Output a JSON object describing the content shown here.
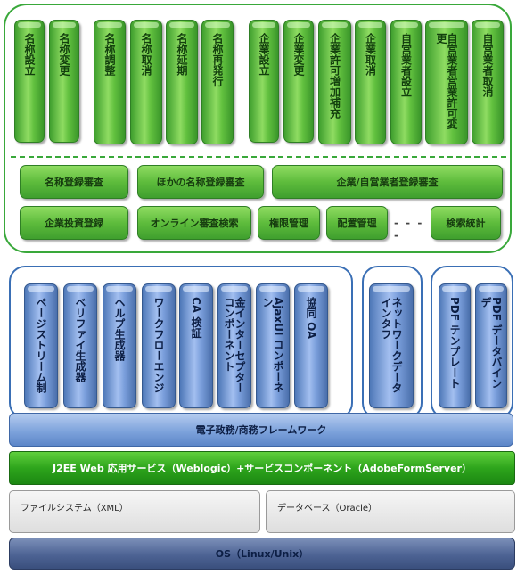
{
  "top_columns": [
    "名称設立",
    "名称変更",
    "名称調整",
    "名称取消",
    "名称延期",
    "名称再発行",
    "企業設立",
    "企業変更",
    "企業許可増加補充",
    "企業取消",
    "自営業者設立",
    "自営業者営業許可変更",
    "自営業者取消"
  ],
  "top_bars_row1": [
    "名称登録審査",
    "ほかの名称登録審査",
    "企業/自営業者登録審査"
  ],
  "top_bars_row2": [
    "企業投資登録",
    "オンライン審査検索",
    "権限管理",
    "配置管理",
    "検索統計"
  ],
  "ellipsis": "- - - -",
  "mid_columns_group1": [
    "ページストリーム制",
    "ベリファイ生成器",
    "ヘルプ生成器",
    "ワークフローエンジ",
    "CA 検証",
    "金インターセプターコンポーネント",
    "AjaxUI コンポーネン",
    "協同 OA"
  ],
  "mid_columns_group2": [
    "ネットワークデータインタフ"
  ],
  "mid_columns_group3": [
    "PDF テンプレート",
    "PDF データバインデ"
  ],
  "layers": {
    "framework": "電子政務/商務フレームワーク",
    "j2ee": "J2EE Web 応用サービス（Weblogic）+サービスコンポーネント（AdobeFormServer）",
    "filesystem": "ファイルシステム（XML）",
    "database": "データベース（Oracle）",
    "os": "OS（Linux/Unix）"
  }
}
